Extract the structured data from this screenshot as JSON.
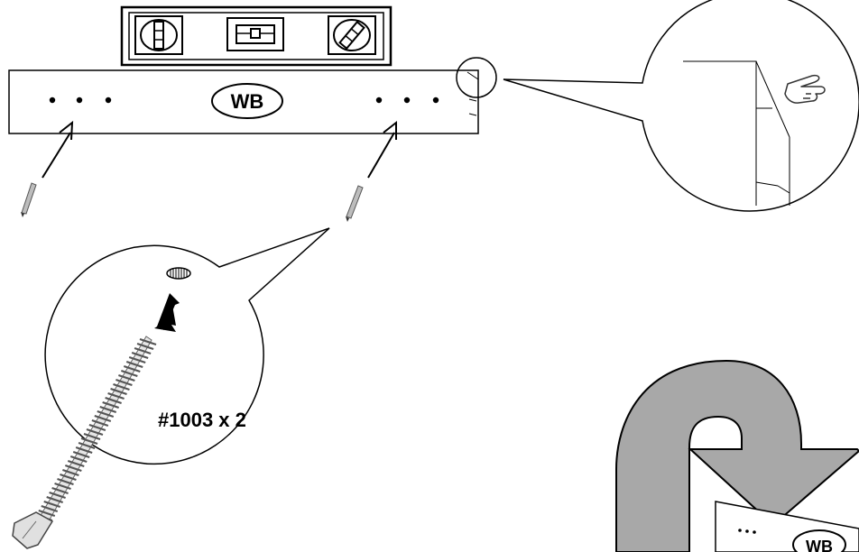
{
  "labels": {
    "board_badge": "WB",
    "screw_callout": "#1003 x 2",
    "small_board_badge": "WB"
  },
  "icons": [
    "spirit-level-icon",
    "screw-icon",
    "wall-anchor-icon",
    "pointing-hand-icon",
    "arrow-icon",
    "rotate-arrow-icon"
  ],
  "colors": {
    "line": "#000000",
    "rotate_arrow_fill": "#a8a8a8",
    "anchor_fill": "#bdbdbd"
  }
}
